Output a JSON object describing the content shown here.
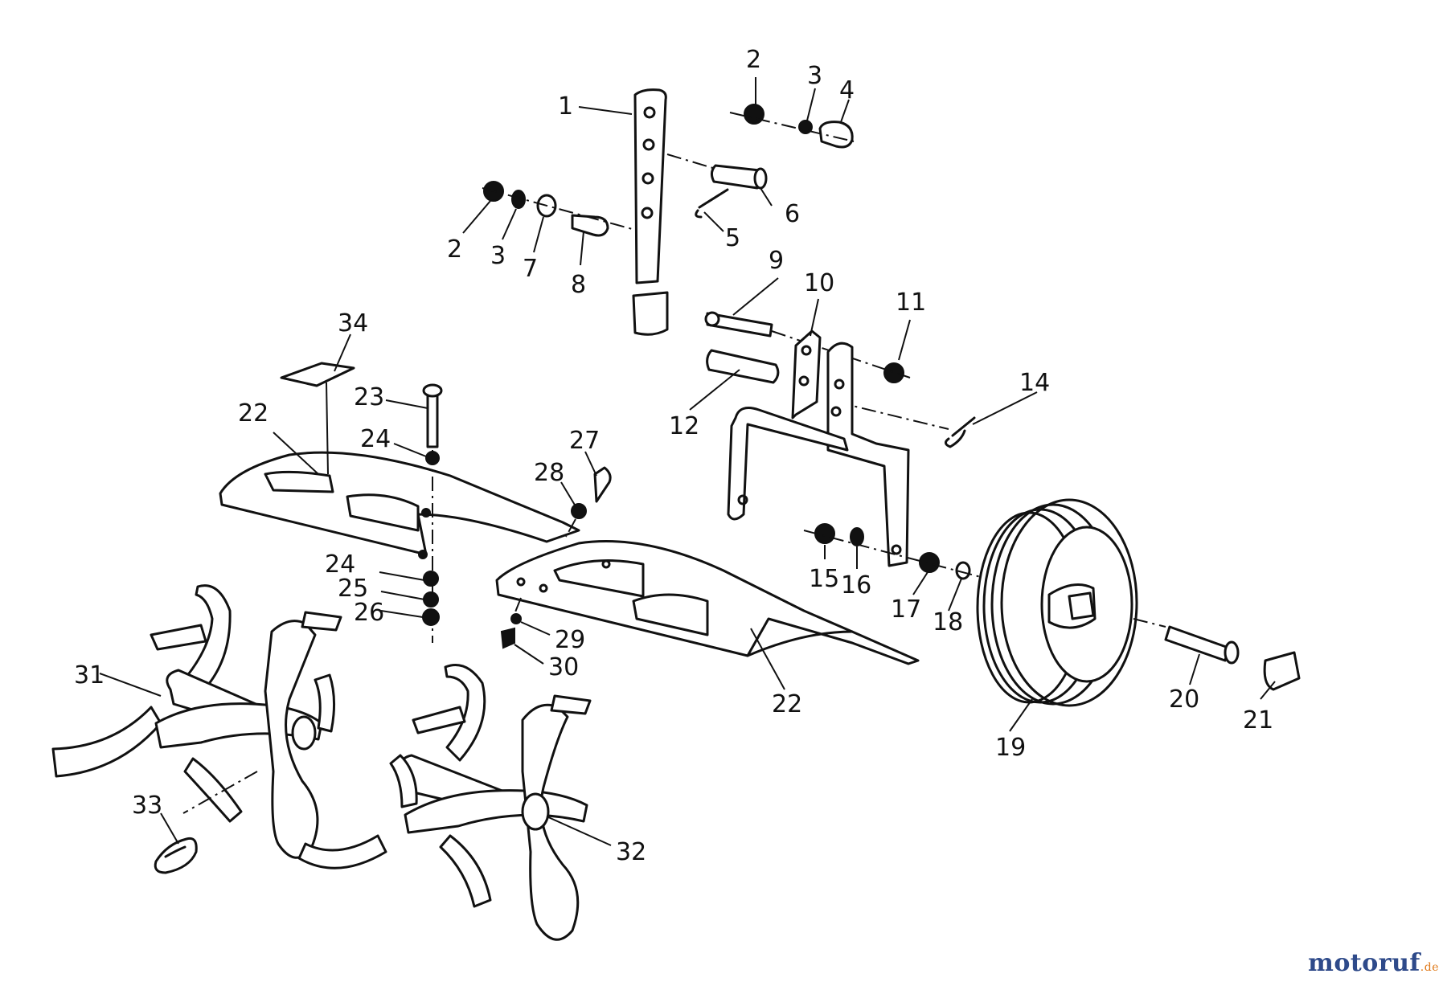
{
  "diagram": {
    "labels": {
      "l1": "1",
      "l2a": "2",
      "l2b": "2",
      "l3a": "3",
      "l3b": "3",
      "l4": "4",
      "l5": "5",
      "l6": "6",
      "l7": "7",
      "l8": "8",
      "l9": "9",
      "l10": "10",
      "l11": "11",
      "l12": "12",
      "l14": "14",
      "l15": "15",
      "l16": "16",
      "l17": "17",
      "l18": "18",
      "l19": "19",
      "l20": "20",
      "l21": "21",
      "l22a": "22",
      "l22b": "22",
      "l23": "23",
      "l24a": "24",
      "l24b": "24",
      "l25": "25",
      "l26": "26",
      "l27": "27",
      "l28": "28",
      "l29": "29",
      "l30": "30",
      "l31": "31",
      "l32": "32",
      "l33": "33",
      "l34": "34"
    }
  },
  "watermark": {
    "brand": "motoruf",
    "suffix": ".de"
  }
}
